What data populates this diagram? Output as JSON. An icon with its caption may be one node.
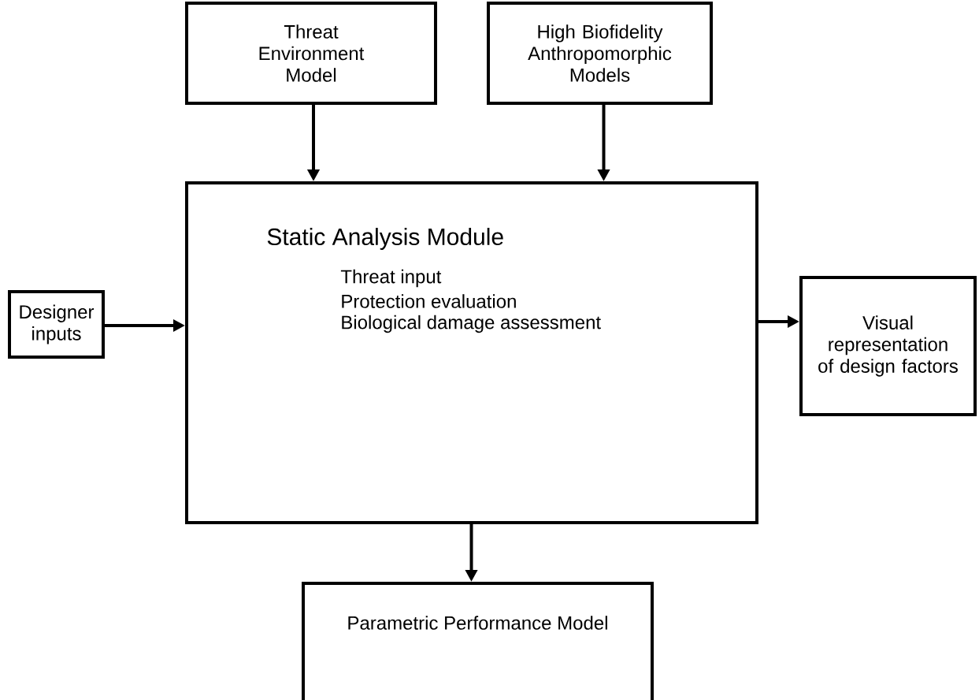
{
  "diagram": {
    "nodes": [
      {
        "text": [
          "Threat Environment Model"
        ]
      },
      {
        "text": [
          "High Biofidelity Anthropomorphic Models"
        ]
      },
      {
        "text": [
          "Static Analysis Module",
          "Threat input",
          "Protection evaluation",
          "Biological damage assessment"
        ]
      },
      {
        "text": [
          "Designer inputs"
        ]
      },
      {
        "text": [
          "Visual representation of design factors"
        ]
      },
      {
        "text": [
          "Parametric Performance Model"
        ]
      }
    ],
    "edges": [
      {
        "from": 0,
        "to": 2,
        "arrow": "to"
      },
      {
        "from": 1,
        "to": 2,
        "arrow": "to"
      },
      {
        "from": 3,
        "to": 2,
        "arrow": "to"
      },
      {
        "from": 2,
        "to": 4,
        "arrow": "to"
      },
      {
        "from": 2,
        "to": 5,
        "arrow": "to"
      }
    ]
  }
}
